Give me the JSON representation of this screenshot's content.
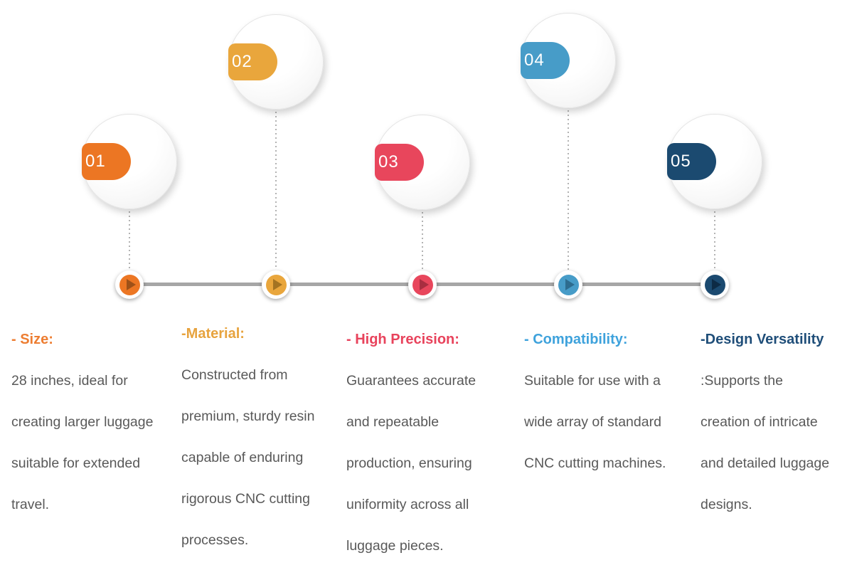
{
  "colors": {
    "timeline_line": "#a6a6a6",
    "dotted_connector": "#b3b3b3",
    "body_text": "#595959",
    "circle_fill": "#ffffff"
  },
  "items": [
    {
      "number": "01",
      "color": "#EC7623",
      "arrow_color": "#9E5118",
      "header": "- Size:",
      "header_color": "#ED7D31",
      "body_lines": [
        "28 inches, ideal for",
        "creating larger luggage",
        "suitable for extended",
        "travel."
      ]
    },
    {
      "number": "02",
      "color": "#E9A63C",
      "arrow_color": "#A37322",
      "header": "-Material:",
      "header_color": "#E7A33E",
      "body_lines": [
        "Constructed from",
        "premium, sturdy resin",
        "capable of enduring",
        "rigorous CNC cutting",
        "processes."
      ]
    },
    {
      "number": "03",
      "color": "#E8465C",
      "arrow_color": "#A82E40",
      "header": "- High Precision:",
      "header_color": "#E8435C",
      "body_lines": [
        "Guarantees accurate",
        "and repeatable",
        "production, ensuring",
        "uniformity across all",
        "luggage pieces."
      ]
    },
    {
      "number": "04",
      "color": "#479CC8",
      "arrow_color": "#2D6C8F",
      "header": "- Compatibility:",
      "header_color": "#3EA2DC",
      "body_lines": [
        "Suitable for use with a",
        "wide array of standard",
        "CNC cutting machines."
      ]
    },
    {
      "number": "05",
      "color": "#1B4A70",
      "arrow_color": "#0D2B45",
      "header": "-Design Versatility",
      "header_color": "#1F4E79",
      "body_lines": [
        ":Supports the",
        "creation of intricate",
        "and detailed luggage",
        "designs."
      ]
    }
  ]
}
